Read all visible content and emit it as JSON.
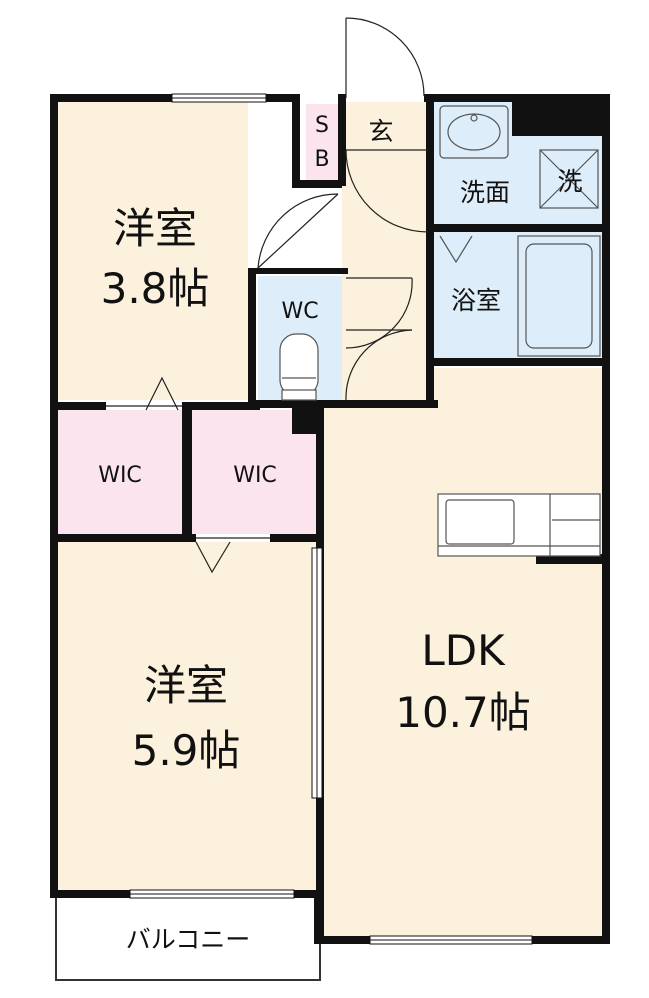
{
  "rooms": {
    "western_room_1": {
      "name": "洋室",
      "size": "3.8帖"
    },
    "western_room_2": {
      "name": "洋室",
      "size": "5.9帖"
    },
    "ldk": {
      "name": "LDK",
      "size": "10.7帖"
    },
    "wic_left": {
      "name": "WIC"
    },
    "wic_right": {
      "name": "WIC"
    },
    "wc": {
      "name": "WC"
    },
    "entrance": {
      "name": "玄"
    },
    "shoe_box": {
      "line1": "S",
      "line2": "B"
    },
    "washroom": {
      "name": "洗面"
    },
    "washer": {
      "name": "洗"
    },
    "bathroom": {
      "name": "浴室"
    },
    "balcony": {
      "name": "バルコニー"
    }
  },
  "colors": {
    "western_floor": "#fbf1dc",
    "wic_floor": "#fce4ee",
    "wet_floor": "#ddeefa",
    "wall": "#111111"
  }
}
